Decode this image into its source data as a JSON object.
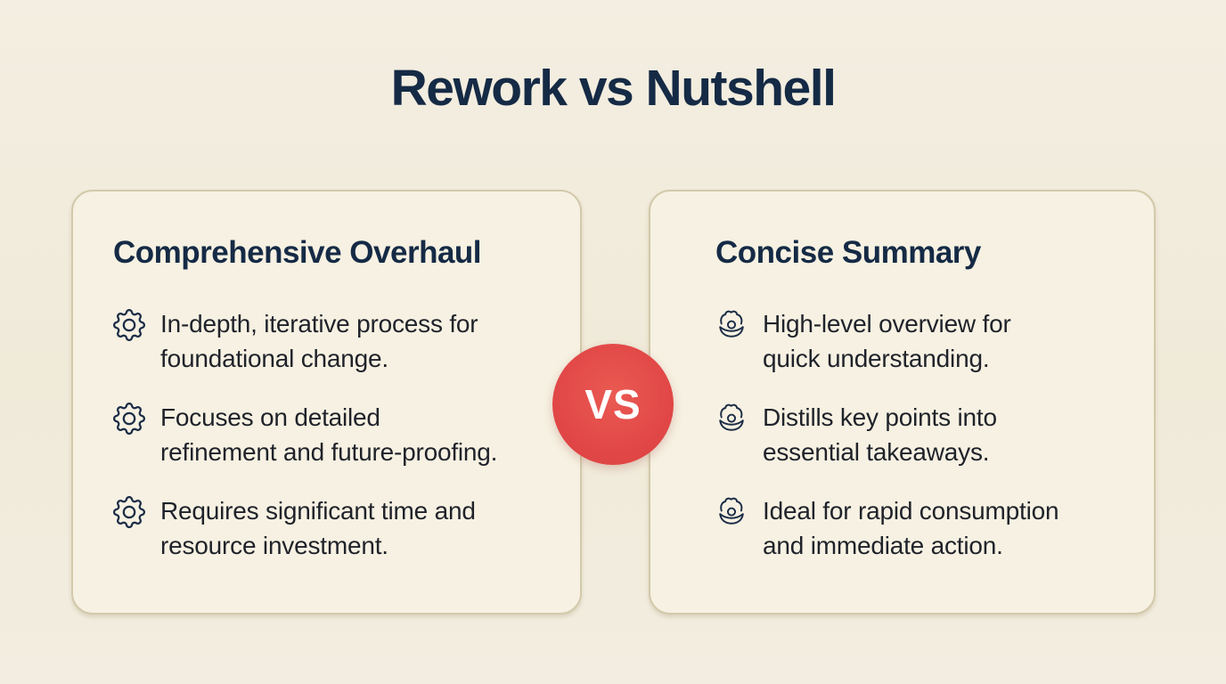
{
  "page": {
    "title": "Rework vs Nutshell",
    "background_color": "#f1ecdd"
  },
  "vs_badge": {
    "label": "VS",
    "color": "#e14747",
    "text_color": "#ffffff"
  },
  "cards": [
    {
      "id": "rework",
      "heading": "Comprehensive Overhaul",
      "icon": "gear-icon",
      "bullets": [
        "In-depth, iterative process for\nfoundational change.",
        "Focuses on detailed\nrefinement and future-proofing.",
        "Requires significant time and\nresource investment."
      ]
    },
    {
      "id": "nutshell",
      "heading": "Concise Summary",
      "icon": "oyster-icon",
      "bullets": [
        "High-level overview for\nquick understanding.",
        "Distills key points into\nessential takeaways.",
        "Ideal for rapid consumption\nand immediate action."
      ]
    }
  ],
  "colors": {
    "heading_navy": "#152a45",
    "body_text": "#1f222a",
    "icon_navy": "#1b2c47",
    "card_bg": "#f6f1e2",
    "card_border": "#d3c9ab",
    "accent_red": "#e14747"
  }
}
